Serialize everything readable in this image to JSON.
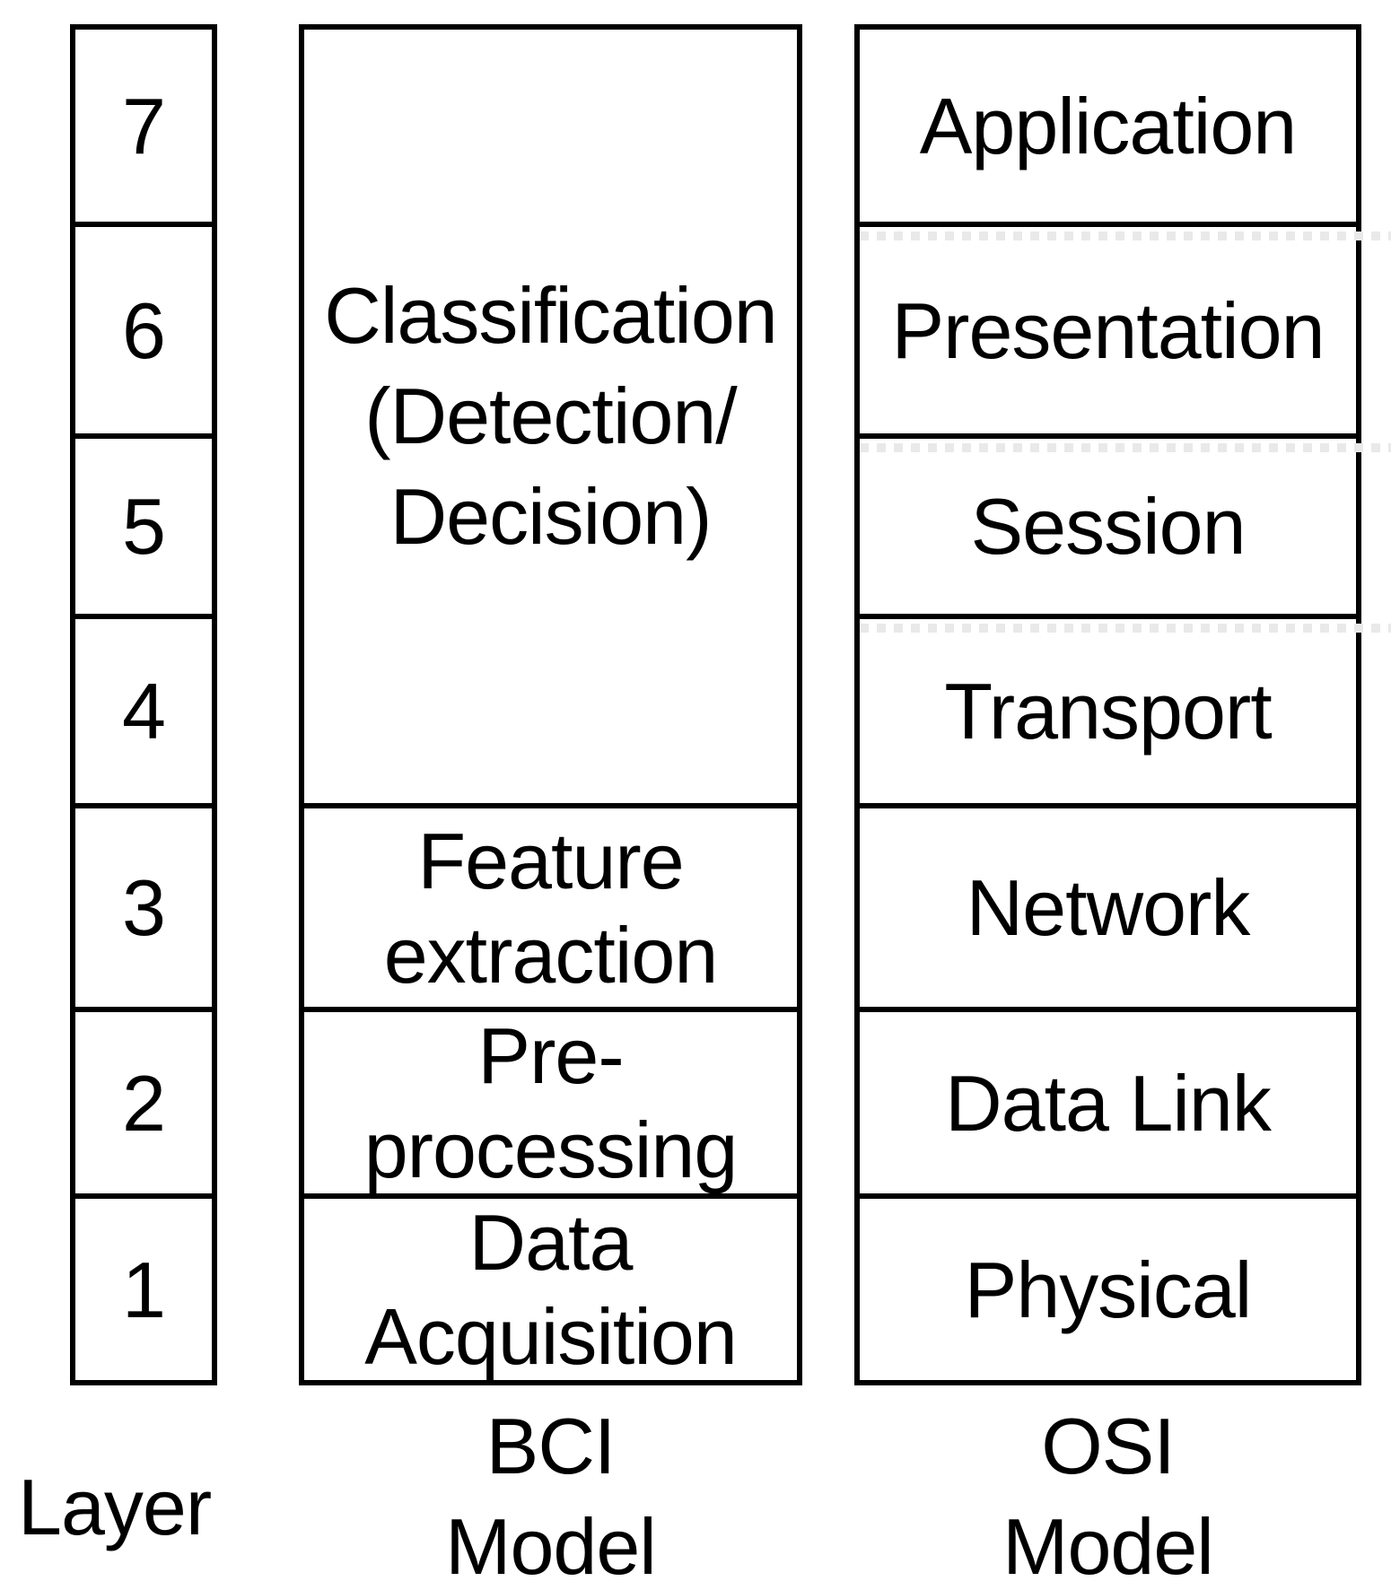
{
  "figure": {
    "background_color": "#ffffff",
    "line_color": "#000000",
    "dashed_line_color": "#e9e9e9"
  },
  "layer_column": {
    "caption": "Layer",
    "numbers": [
      "7",
      "6",
      "5",
      "4",
      "3",
      "2",
      "1"
    ]
  },
  "bci_column": {
    "caption_lines": [
      "BCI",
      "Model"
    ],
    "boxes": [
      {
        "lines": [
          "Classification",
          "(Detection/",
          "Decision)"
        ]
      },
      {
        "lines": [
          "Feature",
          "extraction"
        ]
      },
      {
        "lines": [
          "Pre-",
          "processing"
        ]
      },
      {
        "lines": [
          "Data",
          "Acquisition"
        ]
      }
    ]
  },
  "osi_column": {
    "caption_lines": [
      "OSI",
      "Model"
    ],
    "layers": [
      "Application",
      "Presentation",
      "Session",
      "Transport",
      "Network",
      "Data Link",
      "Physical"
    ]
  }
}
